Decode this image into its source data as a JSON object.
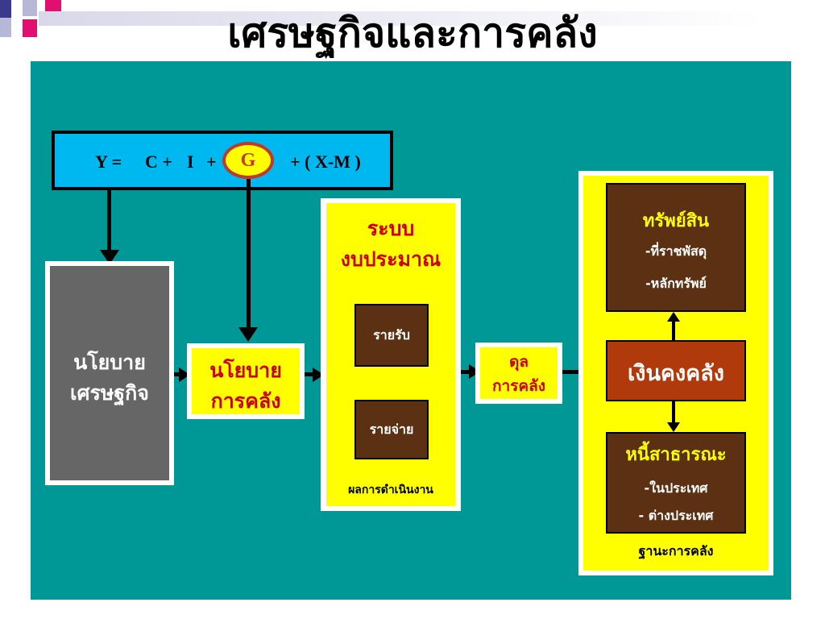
{
  "title": "เศรษฐกิจและการคลัง",
  "formula": {
    "y": "Y =",
    "c": "C +",
    "i": "I",
    "plus": "+",
    "g": "G",
    "xm": "+ ( X-M )"
  },
  "economic_policy": {
    "line1": "นโยบาย",
    "line2": "เศรษฐกิจ"
  },
  "fiscal_policy": {
    "line1": "นโยบาย",
    "line2": "การคลัง"
  },
  "budget_system": {
    "title_line1": "ระบบ",
    "title_line2": "งบประมาณ",
    "revenue": "รายรับ",
    "expenditure": "รายจ่าย",
    "caption": "ผลการดำเนินงาน"
  },
  "fiscal_balance": {
    "line1": "ดุล",
    "line2": "การคลัง"
  },
  "fiscal_position": {
    "assets_title": "ทรัพย์สิน",
    "assets_item1": "-ที่ราชพัสดุ",
    "assets_item2": "-หลักทรัพย์",
    "treasury": "เงินคงคลัง",
    "debt_title": "หนี้สาธารณะ",
    "debt_item1": "-ในประเทศ",
    "debt_item2": "- ต่างประเทศ",
    "caption": "ฐานะการคลัง"
  },
  "colors": {
    "stage": "#009797",
    "formula_box": "#00b8f0",
    "highlight": "#ffff00",
    "title_red": "#cc0000",
    "brown": "#5c3012",
    "treasury": "#b03a0c",
    "grey": "#666666"
  }
}
